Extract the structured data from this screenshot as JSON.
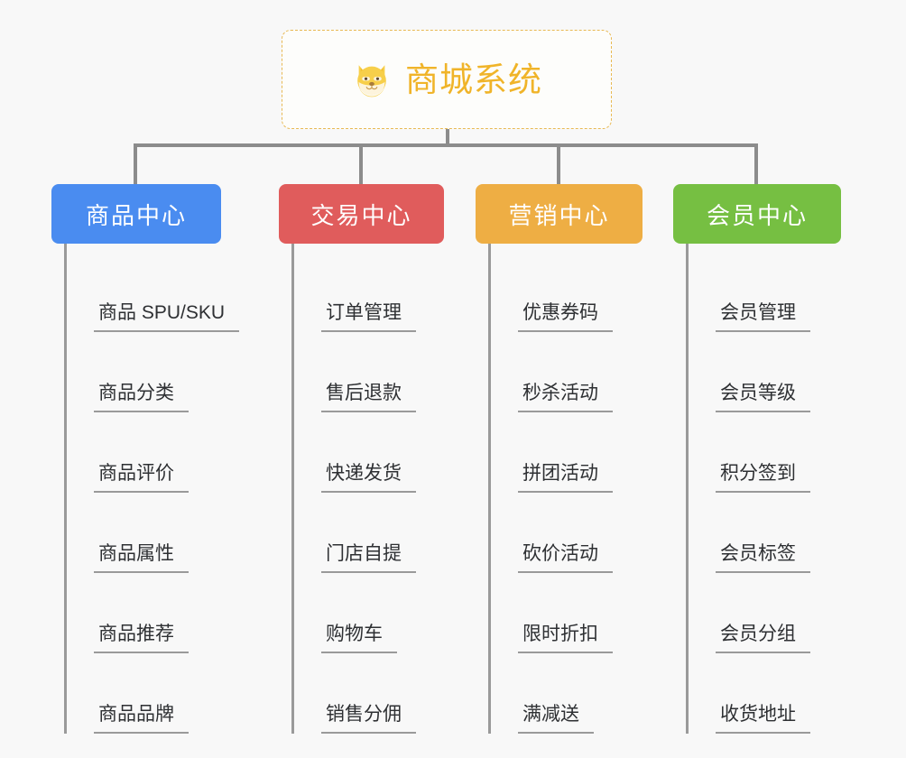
{
  "page": {
    "background_color": "#f8f8f8",
    "type": "mindmap"
  },
  "root": {
    "title": "商城系统",
    "icon": "shiba-dog-face-icon",
    "text_color": "#f0b429",
    "border_color": "#e8b953",
    "background_color": "#fdfdfb"
  },
  "connector": {
    "color": "#8c8c8c"
  },
  "categories": [
    {
      "label": "商品中心",
      "color": "#4a8cf0",
      "items": [
        "商品 SPU/SKU",
        "商品分类",
        "商品评价",
        "商品属性",
        "商品推荐",
        "商品品牌"
      ]
    },
    {
      "label": "交易中心",
      "color": "#e05c5c",
      "items": [
        "订单管理",
        "售后退款",
        "快递发货",
        "门店自提",
        "购物车",
        "销售分佣"
      ]
    },
    {
      "label": "营销中心",
      "color": "#eeae44",
      "items": [
        "优惠券码",
        "秒杀活动",
        "拼团活动",
        "砍价活动",
        "限时折扣",
        "满减送"
      ]
    },
    {
      "label": "会员中心",
      "color": "#76bf42",
      "items": [
        "会员管理",
        "会员等级",
        "积分签到",
        "会员标签",
        "会员分组",
        "收货地址"
      ]
    }
  ]
}
